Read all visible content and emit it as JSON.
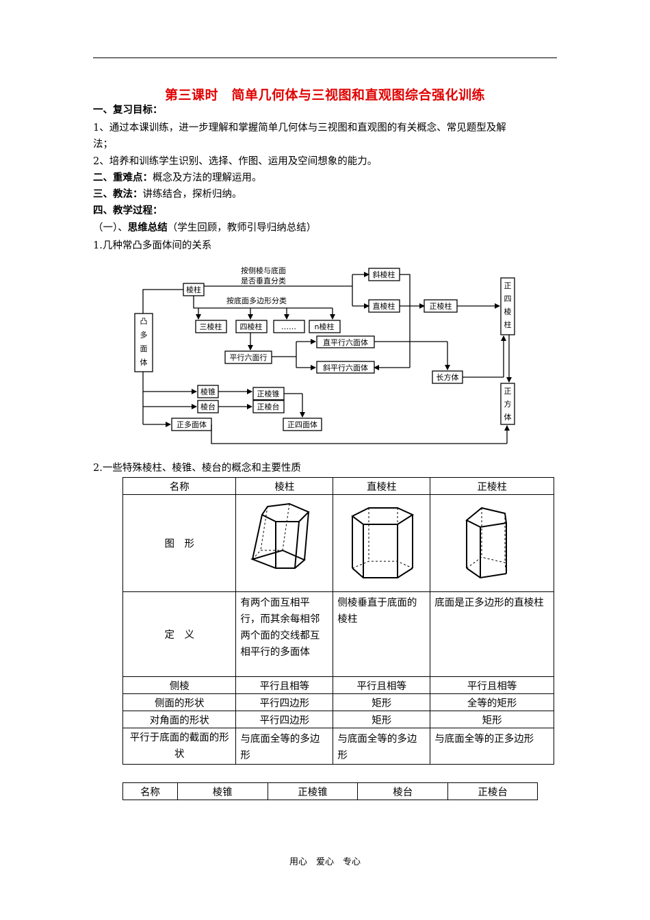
{
  "title": "第三课时　简单几何体与三视图和直观图综合强化训练",
  "section1": {
    "heading": "一、复习目标：",
    "item1a": "1、通过本课训练，进一步理解和掌握简单几何体与三视图和直观图的有关概念、常见题型及解",
    "item1b": "法；",
    "item2": "2、培养和训练学生识别、选择、作图、运用及空间想象的能力。"
  },
  "section2": {
    "heading": "二、重难点：",
    "text": "概念及方法的理解运用。"
  },
  "section3": {
    "heading": "三、教法：",
    "text": "讲练结合，探析归纳。"
  },
  "section4": {
    "heading": "四、教学过程：",
    "sub_prefix": "（一）、",
    "sub_bold": "思维总结",
    "sub_rest": "（学生回顾，教师引导归纳总结）",
    "item1": "1.几种常凸多面体间的关系",
    "item2": "2.一些特殊棱柱、棱锥、棱台的概念和主要性质"
  },
  "diagram": {
    "convex": [
      "凸",
      "多",
      "面",
      "体"
    ],
    "prism": "棱柱",
    "note_top1": "按侧棱与底面",
    "note_top2": "是否垂直分类",
    "note_base": "按底面多边形分类",
    "oblique_prism": "斜棱柱",
    "right_prism": "直棱柱",
    "regular_prism": "正棱柱",
    "tri_prism": "三棱柱",
    "quad_prism": "四棱柱",
    "dots": "……",
    "n_prism": "n棱柱",
    "parallelepiped": "平行六面行",
    "right_parallelepiped": "直平行六面体",
    "oblique_parallelepiped": "斜平行六面体",
    "cuboid": "长方体",
    "regular_quad_prism": [
      "正",
      "四",
      "棱",
      "柱"
    ],
    "cube": [
      "正",
      "方",
      "体"
    ],
    "pyramid": "棱锥",
    "frustum": "棱台",
    "regular_pyramid": "正棱锥",
    "regular_frustum": "正棱台",
    "regular_polyhedron": "正多面体",
    "regular_tetrahedron": "正四面体"
  },
  "table1": {
    "headers": [
      "名称",
      "棱柱",
      "直棱柱",
      "正棱柱"
    ],
    "figure_label": "图　形",
    "def_label": "定　义",
    "defs": [
      "有两个面互相平行，而其余每相邻两个面的交线都互相平行的多面体",
      "侧棱垂直于底面的棱柱",
      "底面是正多边形的直棱柱"
    ],
    "rows": [
      [
        "侧棱",
        "平行且相等",
        "平行且相等",
        "平行且相等"
      ],
      [
        "侧面的形状",
        "平行四边形",
        "矩形",
        "全等的矩形"
      ],
      [
        "对角面的形状",
        "平行四边形",
        "矩形",
        "矩形"
      ]
    ],
    "last_label": "平行于底面的截面的形状",
    "last": [
      "与底面全等的多边形",
      "与底面全等的多边形",
      "与底面全等的正多边形"
    ]
  },
  "table2": {
    "headers": [
      "名称",
      "棱锥",
      "正棱锥",
      "棱台",
      "正棱台"
    ]
  },
  "footer": "用心　爱心　专心"
}
